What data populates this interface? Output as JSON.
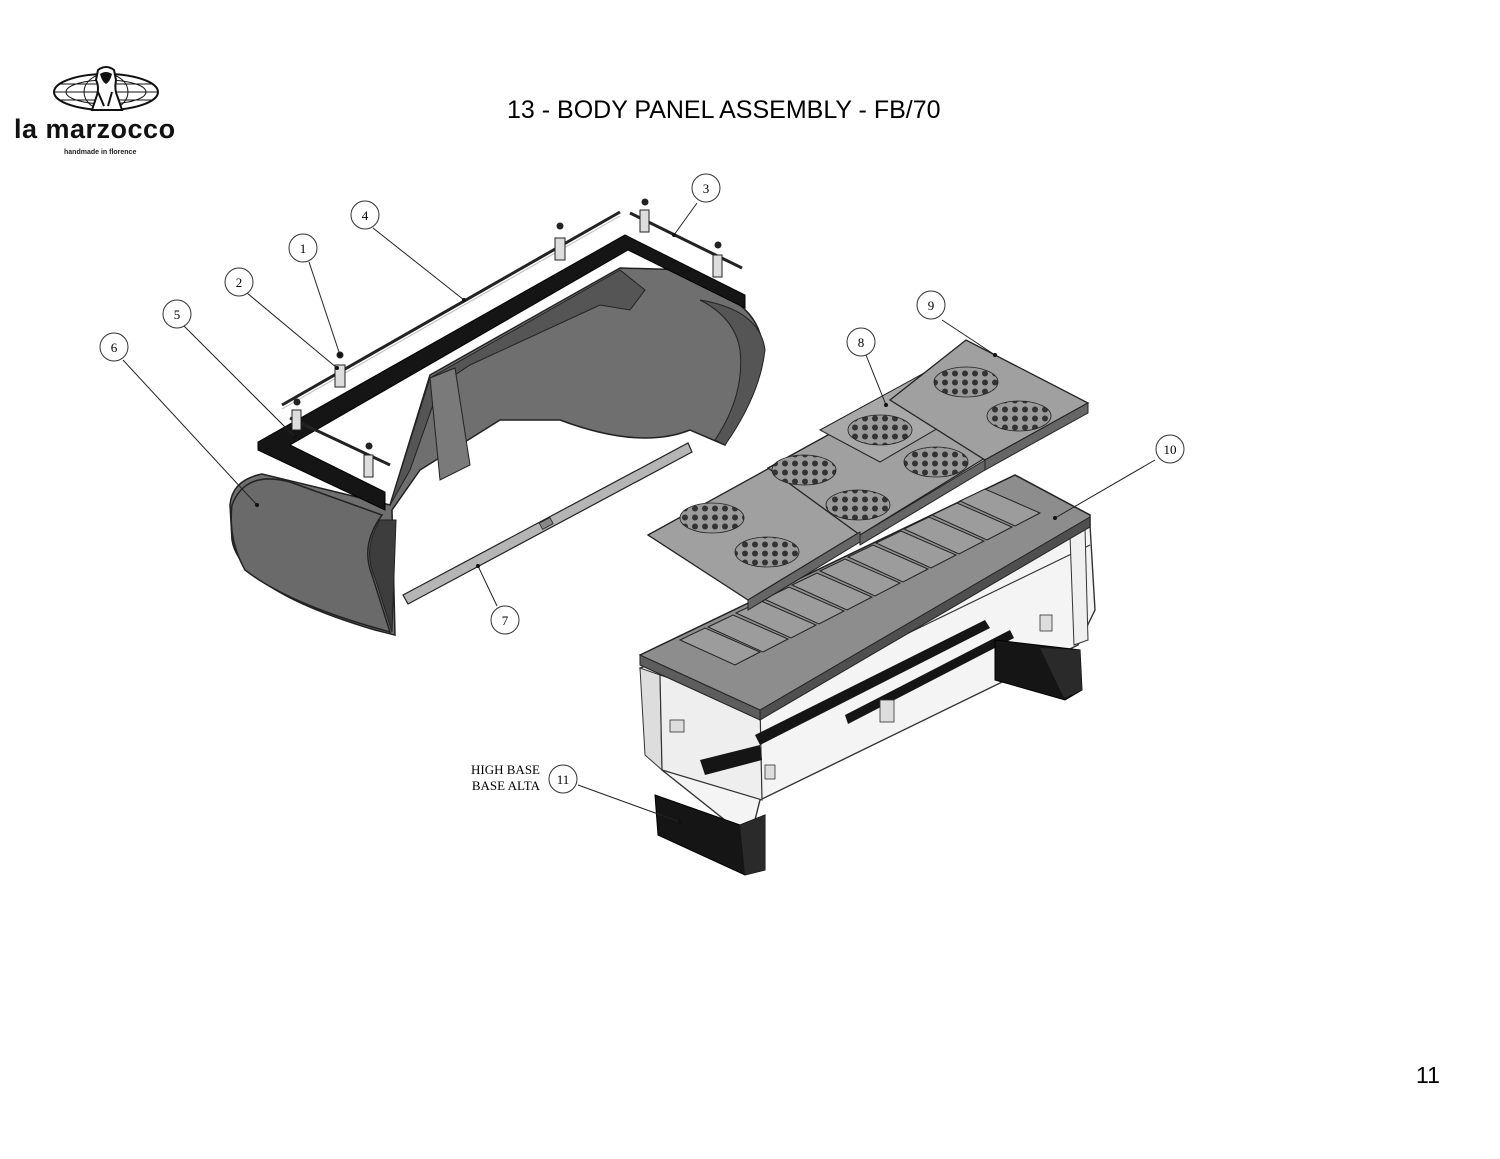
{
  "brand": {
    "name": "la marzocco",
    "tagline": "handmade in florence",
    "logo_icon": "lion-globe-emblem-icon"
  },
  "title": "13 - BODY PANEL ASSEMBLY - FB/70",
  "page_number": "11",
  "callouts": [
    {
      "id": "1",
      "label": "1"
    },
    {
      "id": "2",
      "label": "2"
    },
    {
      "id": "3",
      "label": "3"
    },
    {
      "id": "4",
      "label": "4"
    },
    {
      "id": "5",
      "label": "5"
    },
    {
      "id": "6",
      "label": "6"
    },
    {
      "id": "7",
      "label": "7"
    },
    {
      "id": "8",
      "label": "8"
    },
    {
      "id": "9",
      "label": "9"
    },
    {
      "id": "10",
      "label": "10"
    },
    {
      "id": "11",
      "label": "11"
    }
  ],
  "note": {
    "line1": "HIGH BASE",
    "line2": "BASE ALTA"
  },
  "colors": {
    "panel": "#6f6f6f",
    "panel_dark": "#4a4a4a",
    "plate": "#9a9a9a",
    "black": "#151515",
    "frame": "#f4f4f4"
  }
}
